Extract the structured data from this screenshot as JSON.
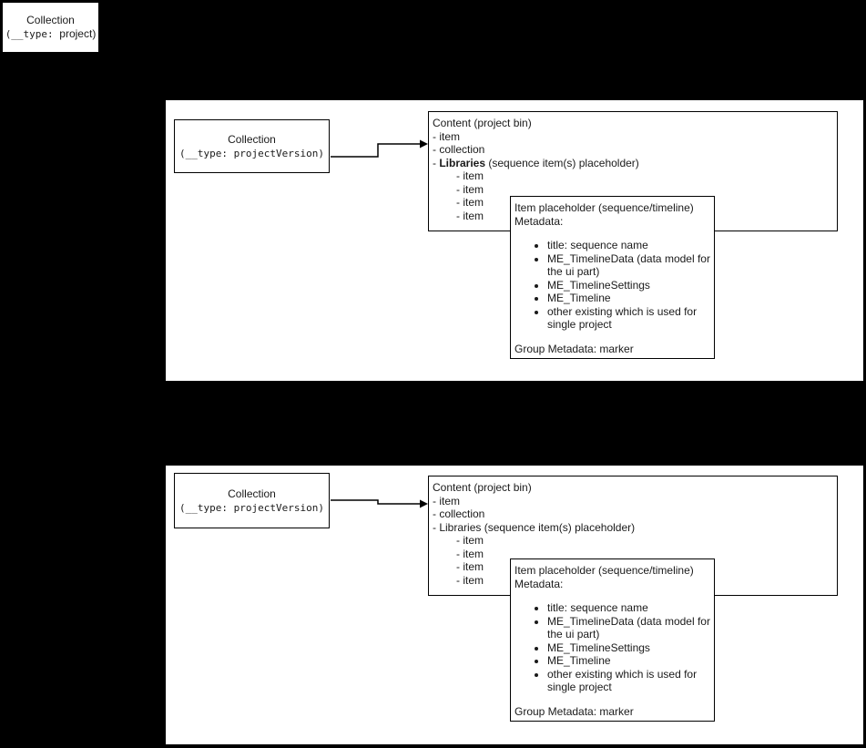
{
  "colors": {
    "background": "#000000",
    "panel": "#ffffff",
    "border": "#000000",
    "text": "#1a1a1a"
  },
  "project_box": {
    "title": "Collection",
    "type_mono": "(__type: ",
    "type_rest": "project)"
  },
  "sections": [
    {
      "collection_box": {
        "title": "Collection",
        "type_full": "(__type: projectVersion)"
      },
      "content_box": {
        "title": "Content (project bin)",
        "items": [
          "- item",
          "- collection"
        ],
        "libraries_prefix": "- ",
        "libraries_label": "Libraries",
        "libraries_rest": " (sequence item(s) placeholder)",
        "sub_items": [
          "- item",
          "- item",
          "- item",
          "- item"
        ]
      },
      "item_box": {
        "title": "Item placeholder (sequence/timeline)",
        "metadata_label": "Metadata:",
        "bullets": [
          "title: sequence name",
          "ME_TimelineData (data model for the ui part)",
          "ME_TimelineSettings",
          "ME_Timeline",
          "other existing which is used for single project"
        ],
        "footer": "Group Metadata: marker"
      }
    },
    {
      "collection_box": {
        "title": "Collection",
        "type_full": "(__type: projectVersion)"
      },
      "content_box": {
        "title": "Content (project bin)",
        "items": [
          "- item",
          "- collection"
        ],
        "libraries_prefix": "- ",
        "libraries_label": "Libraries",
        "libraries_rest": " (sequence item(s) placeholder)",
        "sub_items": [
          "- item",
          "- item",
          "- item",
          "- item"
        ]
      },
      "item_box": {
        "title": "Item placeholder (sequence/timeline)",
        "metadata_label": "Metadata:",
        "bullets": [
          "title: sequence name",
          "ME_TimelineData (data model for the ui part)",
          "ME_TimelineSettings",
          "ME_Timeline",
          "other existing which is used for single project"
        ],
        "footer": "Group Metadata: marker"
      }
    }
  ]
}
